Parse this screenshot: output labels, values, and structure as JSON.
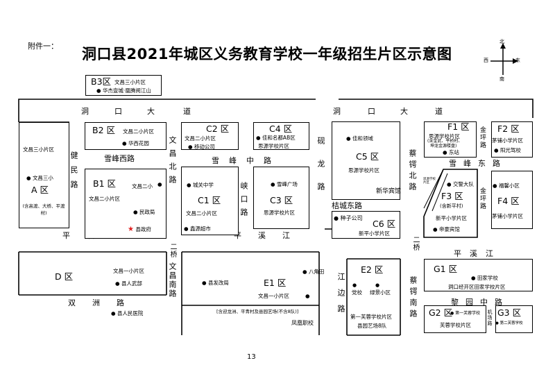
{
  "header": {
    "attachment": "附件一：",
    "title": "洞口县2021年城区义务教育学校一年级招生片区示意图"
  },
  "compass": {
    "north": "北",
    "south": "南",
    "east": "东",
    "west": "西"
  },
  "page_number": "13",
  "roads": {
    "dongkou_avenue": [
      "洞",
      "口",
      "大",
      "道"
    ],
    "dongkou_avenue_east": [
      "洞",
      "口",
      "大",
      "道"
    ],
    "xuefeng_west": "雪峰西路",
    "xuefeng_middle": [
      "雪",
      "峰",
      "中",
      "路"
    ],
    "xuefeng_east": [
      "雪",
      "峰",
      "东",
      "路"
    ],
    "jianmin": "健民路",
    "wenchang_north": "文昌北路",
    "wenchang_south": "文昌南路",
    "xiakou": "峡口路",
    "yanlong": "砚龙路",
    "jiecheng_east": "桔城东路",
    "caie_north": "蔡锷北路",
    "caie_south": "蔡锷南路",
    "jinping_1": "金坪路",
    "jinping_2": "金坪路",
    "pingxi_west": [
      "平",
      "溪",
      "江"
    ],
    "pingxi_middle": [
      "平",
      "溪",
      "江"
    ],
    "pingxi_east": [
      "平",
      "溪",
      "江"
    ],
    "shuangzhou": [
      "双",
      "洲",
      "路"
    ],
    "liyuan": [
      "黎",
      "园",
      "中",
      "路"
    ],
    "jiangbian": "江边路",
    "jichang": "机场路",
    "erqiao_1": "二桥",
    "erqiao_2": "二桥"
  },
  "zones": {
    "b3": {
      "label": "B3区",
      "school": "文昌三小片区",
      "poi": "华杰壹城·凰腾阅江山"
    },
    "wc3": {
      "school": "文昌三小片区",
      "poi": "文昌三小",
      "label": "A 区",
      "note": "(含高渡、大桥、平渡村)"
    },
    "b2": {
      "label": "B2 区",
      "school": "文昌二小片区",
      "poi": "华西花园"
    },
    "b1": {
      "label": "B1 区",
      "school": "文昌二小片区",
      "poi1": "文昌二小",
      "poi2": "民政局",
      "poi3": "县政府"
    },
    "c2": {
      "label": "C2 区",
      "school": "文昌二小片区",
      "poi": "移动公司"
    },
    "c4": {
      "label": "C4 区",
      "poi": "佳和名都AB区",
      "school": "思源学校片区"
    },
    "c1": {
      "label": "C1 区",
      "school": "文昌二小片区",
      "poi1": "城关中学",
      "poi2": "鑫源超市"
    },
    "c3": {
      "label": "C3 区",
      "school": "思源学校片区",
      "poi": "雪峰广场"
    },
    "c5": {
      "label": "C5 区",
      "school": "思源学校片区",
      "poi1": "佳和领域",
      "poi2": "新华宾馆"
    },
    "c6": {
      "label": "C6 区",
      "school": "新平小学片区",
      "poi": "种子公司"
    },
    "f1": {
      "label": "F1 区",
      "school": "思源学校片区",
      "note1": "(含金武、平桥村、",
      "note2": "坤龙金源楼盘)",
      "poi": "东站"
    },
    "f2": {
      "label": "F2 区",
      "school": "茅铺小学片区",
      "poi": "阳光驾校"
    },
    "f3": {
      "label": "F3 区",
      "note": "(含新平村)",
      "school": "新平小学片区",
      "poi1": "交警大队",
      "poi2": "帝豪宾馆",
      "strip": "思源学校片区"
    },
    "f4": {
      "label": "F4 区",
      "poi": "福馨小区",
      "school": "茅铺小学片区"
    },
    "d": {
      "label": "D 区",
      "school": "文昌一小片区",
      "poi1": "县人武部",
      "poi2": "县人民医院"
    },
    "e1": {
      "label": "E1 区",
      "school": "文昌一小片区",
      "poi1": "县发改局",
      "poi2": "八角田",
      "note": "[含迎龙洲、平青村及县园艺场(不含8队)]",
      "poi3": "凤凰职校"
    },
    "e2": {
      "label": "E2 区",
      "poi1": "党校",
      "poi2": "绿景小区",
      "school": "第一芙蓉学校片区",
      "note": "县园艺场8队"
    },
    "g1": {
      "label": "G1 区",
      "poi": "田家学校",
      "school": "洞口经开区田家学校片区"
    },
    "g2": {
      "label": "G2 区",
      "poi": "第一芙蓉学校",
      "school": "芙蓉学校片区"
    },
    "g3": {
      "label": "G3 区",
      "poi": "第二芙蓉学校"
    }
  }
}
